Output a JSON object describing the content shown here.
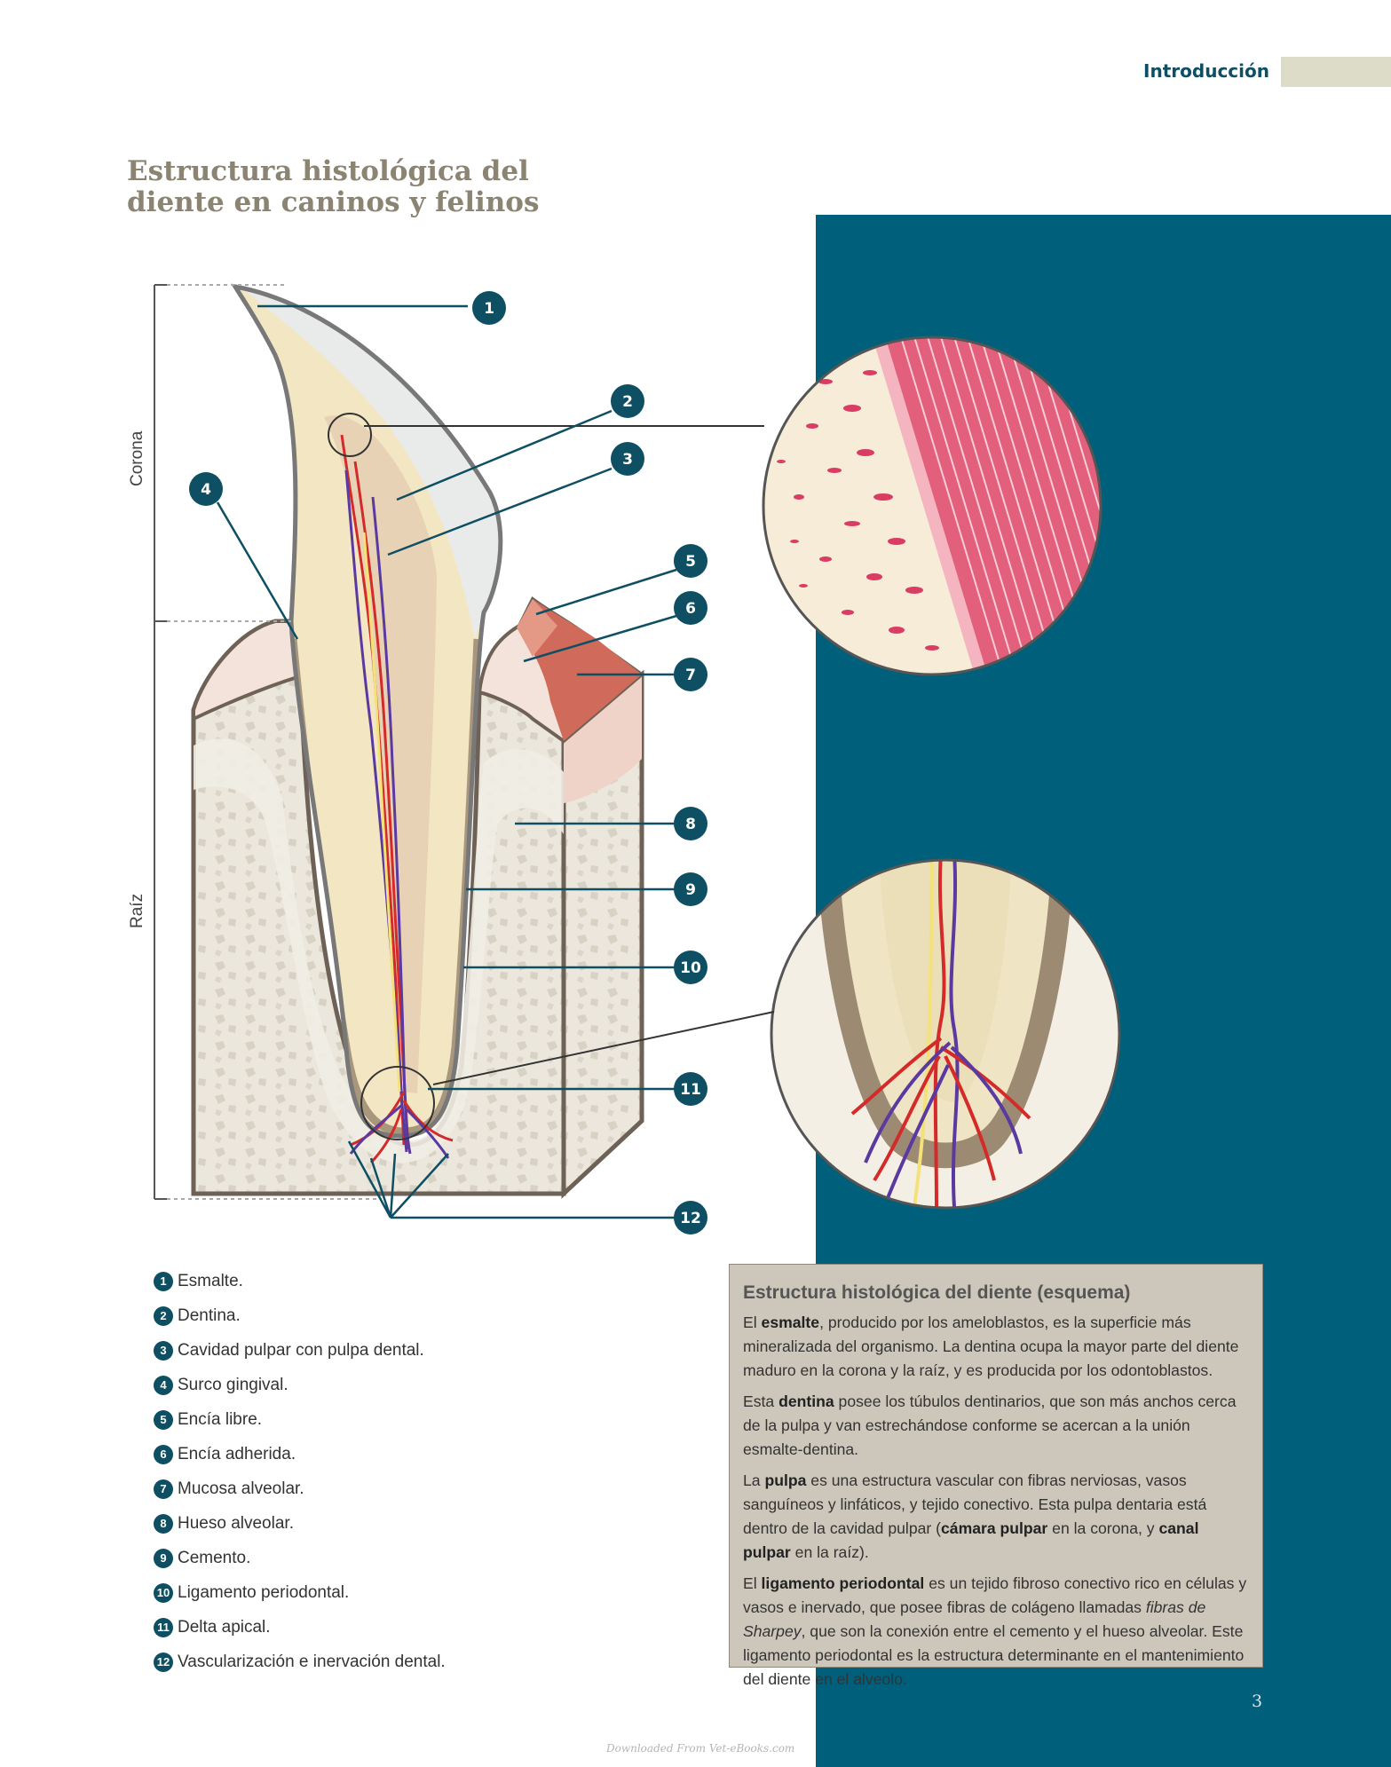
{
  "header": {
    "section": "Introducción"
  },
  "title": "Estructura histológica del diente en caninos y felinos",
  "diagram": {
    "side_labels": {
      "crown": "Corona",
      "root": "Raíz"
    },
    "callouts": [
      "1",
      "2",
      "3",
      "4",
      "5",
      "6",
      "7",
      "8",
      "9",
      "10",
      "11",
      "12"
    ]
  },
  "legend": [
    {
      "num": "1",
      "text": "Esmalte."
    },
    {
      "num": "2",
      "text": "Dentina."
    },
    {
      "num": "3",
      "text": "Cavidad pulpar con pulpa dental."
    },
    {
      "num": "4",
      "text": "Surco gingival."
    },
    {
      "num": "5",
      "text": "Encía libre."
    },
    {
      "num": "6",
      "text": "Encía adherida."
    },
    {
      "num": "7",
      "text": "Mucosa alveolar."
    },
    {
      "num": "8",
      "text": "Hueso alveolar."
    },
    {
      "num": "9",
      "text": "Cemento."
    },
    {
      "num": "10",
      "text": "Ligamento periodontal."
    },
    {
      "num": "11",
      "text": "Delta apical."
    },
    {
      "num": "12",
      "text": "Vascularización e inervación dental."
    }
  ],
  "info_box": {
    "title": "Estructura histológica del diente (esquema)",
    "p1": {
      "a": "El ",
      "b": "esmalte",
      "c": ", producido por los ameloblastos, es la superficie más mineralizada del organismo. La dentina ocupa la mayor parte del diente maduro en la corona y la raíz, y es producida por los odontoblastos."
    },
    "p2": {
      "a": "Esta ",
      "b": "dentina",
      "c": " posee los túbulos dentinarios, que son más anchos cerca de la pulpa y van estrechándose conforme se acercan a la unión esmalte-dentina."
    },
    "p3": {
      "a": "La ",
      "b": "pulpa",
      "c": " es una estructura vascular con fibras nerviosas, vasos sanguíneos y linfáticos, y tejido conectivo. Esta pulpa dentaria está dentro de la cavidad pulpar (",
      "d": "cámara pulpar",
      "e": " en la corona, y ",
      "f": "canal pulpar",
      "g": " en la raíz)."
    },
    "p4": {
      "a": "El ",
      "b": "ligamento periodontal",
      "c": " es un tejido fibroso conectivo rico en células y vasos e inervado, que posee fibras de colágeno llamadas ",
      "d": "fibras de Sharpey",
      "e": ", que son la conexión entre el cemento y el hueso alveolar. Este ligamento periodontal es la estructura determinante en el mantenimiento del diente en el alveolo."
    }
  },
  "page_number": "3",
  "watermark": "Downloaded From Vet-eBooks.com",
  "colors": {
    "teal": "#005f7a",
    "navy": "#0e4f63",
    "title": "#8c8473",
    "box": "#cdc6ba",
    "artery": "#d42a2a",
    "vein": "#5a3aa0",
    "nerve": "#f3e27a"
  }
}
